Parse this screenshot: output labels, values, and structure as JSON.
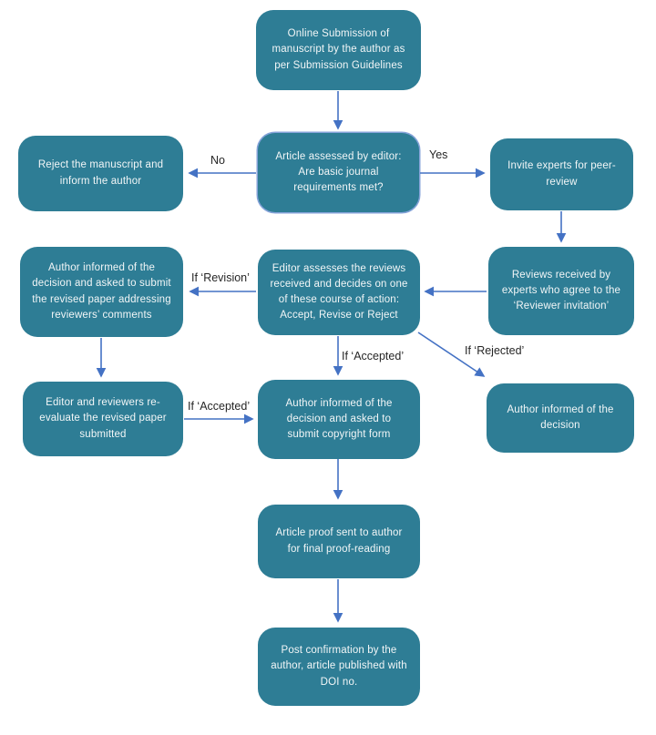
{
  "flowchart": {
    "colors": {
      "node_fill": "#2E7D95",
      "node_text": "#F2F6F7",
      "arrow": "#4472C4",
      "edge_label_text": "#262626",
      "background": "#FFFFFF",
      "assessed_node_outline": "#4472C4"
    },
    "nodes": [
      {
        "id": "online_submission",
        "text": "Online Submission of manuscript by the author as per Submission Guidelines"
      },
      {
        "id": "reject_manuscript",
        "text": "Reject the manuscript and inform the author"
      },
      {
        "id": "article_assessed",
        "text": "Article assessed by editor: Are basic journal requirements met?"
      },
      {
        "id": "invite_experts",
        "text": "Invite experts for peer-review"
      },
      {
        "id": "author_informed_revision",
        "text": "Author informed of the decision and asked to submit the revised paper addressing reviewers’ comments"
      },
      {
        "id": "editor_assesses",
        "text": "Editor assesses the reviews received and decides on one of these course of action: Accept, Revise or Reject"
      },
      {
        "id": "reviews_received",
        "text": "Reviews received by experts who agree to the ‘Reviewer invitation’"
      },
      {
        "id": "reevaluate",
        "text": "Editor and reviewers re-evaluate the revised paper submitted"
      },
      {
        "id": "author_informed_copyright",
        "text": "Author informed of the decision and asked to submit copyright form"
      },
      {
        "id": "author_informed_decision",
        "text": "Author informed of the decision"
      },
      {
        "id": "article_proof",
        "text": "Article proof sent to author for final proof-reading"
      },
      {
        "id": "post_confirmation",
        "text": "Post confirmation by the author, article published with DOI no."
      }
    ],
    "edges": [
      {
        "from": "online_submission",
        "to": "article_assessed",
        "label": ""
      },
      {
        "from": "article_assessed",
        "to": "reject_manuscript",
        "label": "No"
      },
      {
        "from": "article_assessed",
        "to": "invite_experts",
        "label": "Yes"
      },
      {
        "from": "invite_experts",
        "to": "reviews_received",
        "label": ""
      },
      {
        "from": "reviews_received",
        "to": "editor_assesses",
        "label": ""
      },
      {
        "from": "editor_assesses",
        "to": "author_informed_revision",
        "label": "If ‘Revision’"
      },
      {
        "from": "author_informed_revision",
        "to": "reevaluate",
        "label": ""
      },
      {
        "from": "editor_assesses",
        "to": "author_informed_copyright",
        "label": "If ‘Accepted’"
      },
      {
        "from": "editor_assesses",
        "to": "author_informed_decision",
        "label": "If ‘Rejected’"
      },
      {
        "from": "reevaluate",
        "to": "author_informed_copyright",
        "label": "If ‘Accepted’"
      },
      {
        "from": "author_informed_copyright",
        "to": "article_proof",
        "label": ""
      },
      {
        "from": "article_proof",
        "to": "post_confirmation",
        "label": ""
      }
    ]
  }
}
